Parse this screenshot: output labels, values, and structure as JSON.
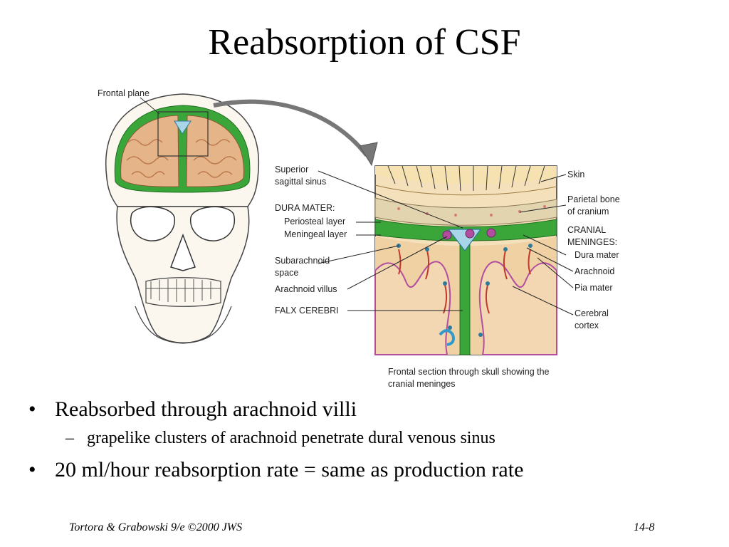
{
  "slide": {
    "title": "Reabsorption of CSF"
  },
  "figure": {
    "frontal_plane_label": "Frontal plane",
    "left_labels": [
      "Superior\nsagittal sinus",
      "DURA MATER:",
      "Periosteal layer",
      "Meningeal layer",
      "Subarachnoid\nspace",
      "Arachnoid villus",
      "FALX CEREBRI"
    ],
    "right_labels": [
      "Skin",
      "Parietal bone\nof cranium",
      "CRANIAL\nMENINGES:",
      "Dura mater",
      "Arachnoid",
      "Pia mater",
      "Cerebral\ncortex"
    ],
    "caption": "Frontal section through skull showing the\ncranial meninges",
    "colors": {
      "dura_green": "#3aa63a",
      "brain_tan": "#d89a6a",
      "csf_blue": "#a8d6e8",
      "vessel_red": "#c0392b",
      "pia_magenta": "#b24ea0"
    }
  },
  "bullets": [
    {
      "text": "Reabsorbed through arachnoid villi",
      "sub": [
        "grapelike clusters of arachnoid penetrate dural venous sinus"
      ]
    },
    {
      "text": "20 ml/hour reabsorption rate = same as production rate",
      "sub": []
    }
  ],
  "footer": {
    "left": "Tortora & Grabowski 9/e ©2000 JWS",
    "right": "14-8"
  }
}
